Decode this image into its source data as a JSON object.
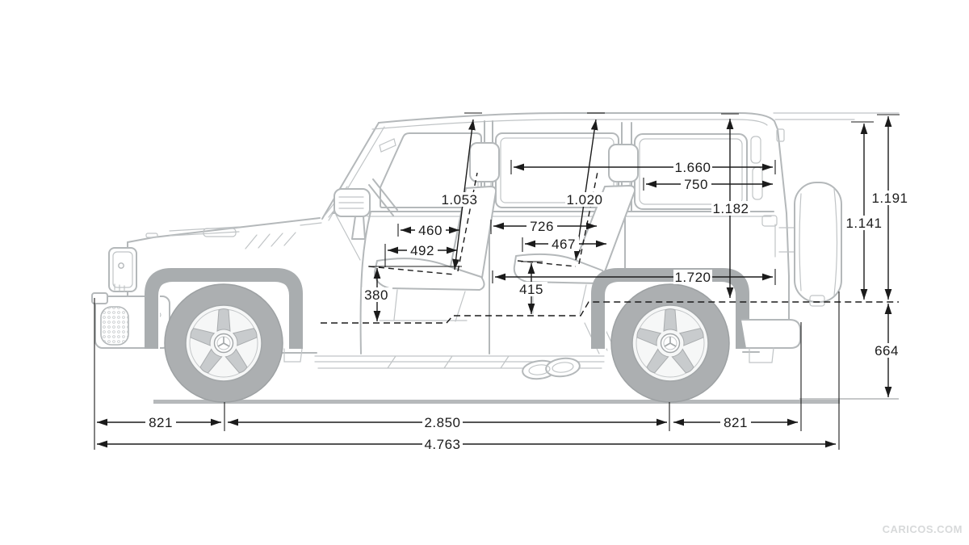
{
  "watermark": "CARICOS.COM",
  "colors": {
    "background": "#ffffff",
    "dimension_ink": "#1b1b1b",
    "vehicle_line": "#b4b8ba",
    "arch_fill": "#a9adaf",
    "ground": "#b6b9bb",
    "watermark": "#d7d9da"
  },
  "dims": {
    "interior_height_front": "1.053",
    "interior_height_rear": "1.020",
    "load_compartment_height": "1.182",
    "load_length_upper": "1.660",
    "load_length_750": "750",
    "front_seat_depth_460": "460",
    "front_seat_depth_492": "492",
    "rear_legroom_726": "726",
    "rear_seat_depth_467": "467",
    "load_length_lower": "1.720",
    "front_seat_height": "380",
    "rear_seat_height": "415",
    "rear_height_outer": "1.191",
    "rear_height_inner": "1.141",
    "load_sill_height": "664",
    "front_overhang": "821",
    "wheelbase": "2.850",
    "rear_overhang": "821",
    "overall_length": "4.763"
  }
}
